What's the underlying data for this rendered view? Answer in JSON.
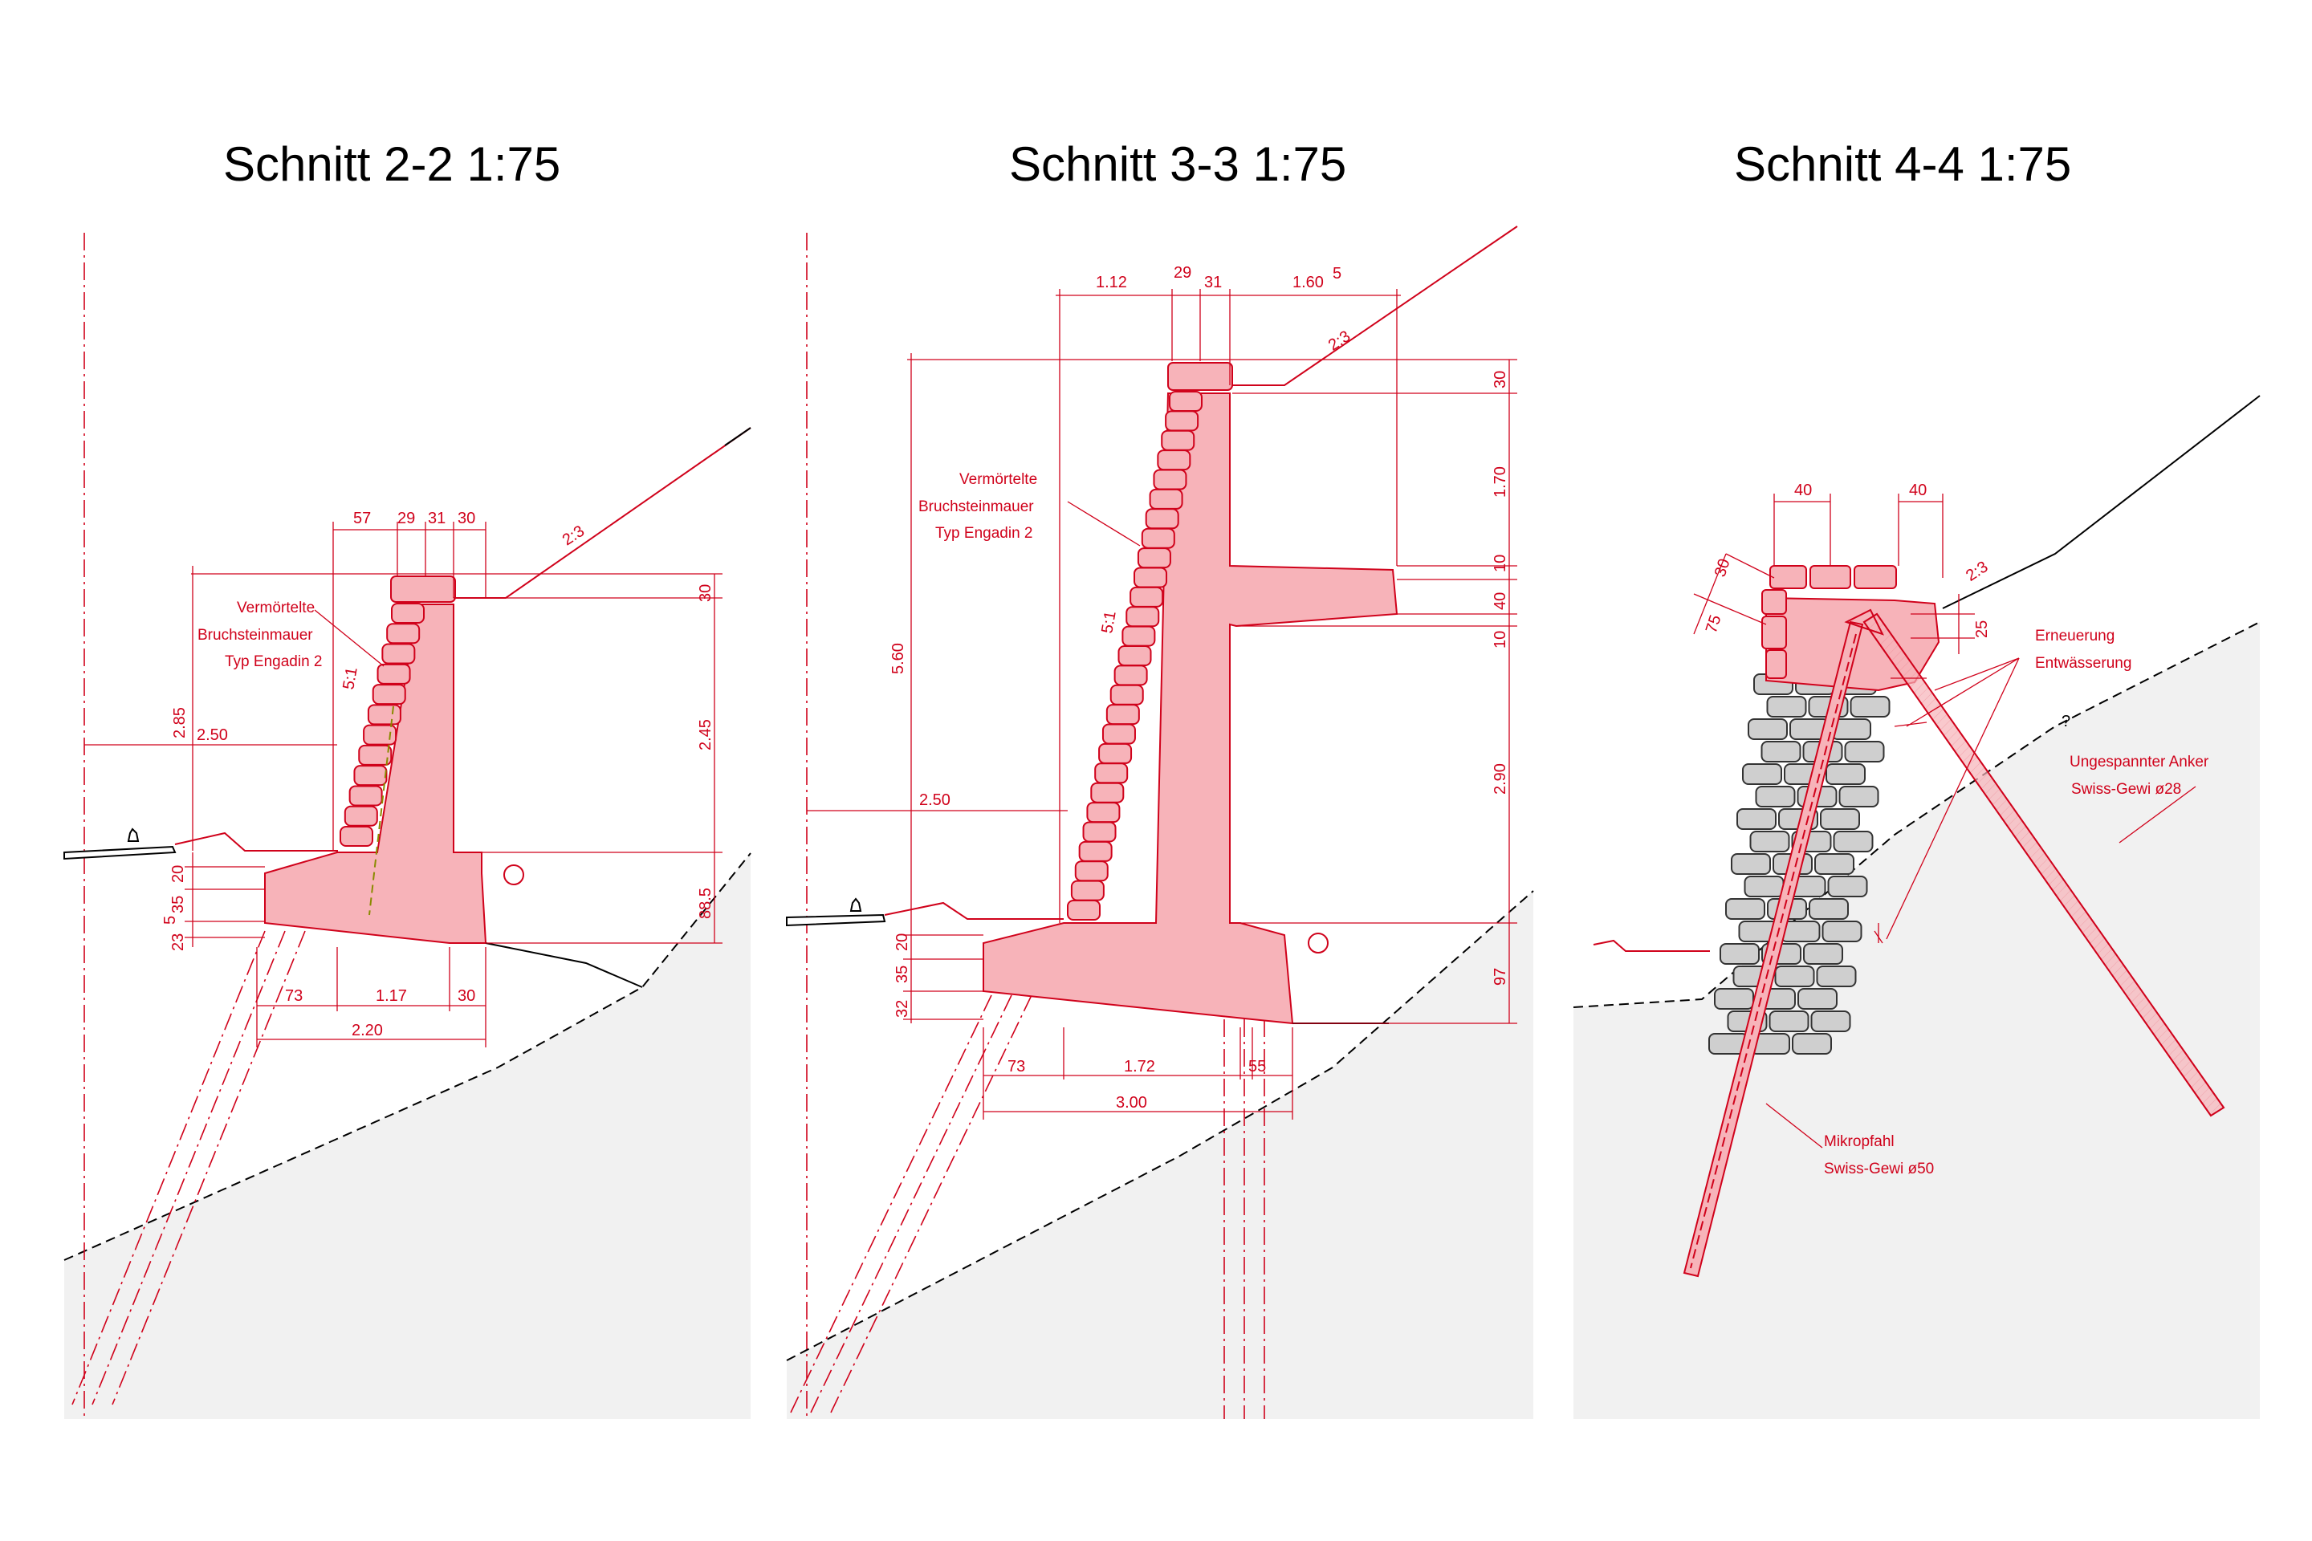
{
  "titles": {
    "s22": "Schnitt 2-2  1:75",
    "s33": "Schnitt 3-3  1:75",
    "s44": "Schnitt 4-4  1:75"
  },
  "colors": {
    "red": "#d0021b",
    "fill": "#f7b3b9",
    "ground": "#f1f1f1",
    "stone": "#cfcfcf"
  },
  "s22": {
    "top_dims": [
      "57",
      "29",
      "31",
      "30"
    ],
    "slope": "2:3",
    "batter": "5:1",
    "label": [
      "Vermörtelte",
      "Bruchsteinmauer",
      "Typ Engadin 2"
    ],
    "h_left": "2.85",
    "w_left": "2.50",
    "right_dims": [
      "30",
      "2.45",
      "88.5"
    ],
    "left_small": [
      "20",
      "35",
      "5",
      "23"
    ],
    "bottom_dims": [
      "73",
      "1.17",
      "30"
    ],
    "total": "2.20"
  },
  "s33": {
    "top_dims": [
      "1.12",
      "29",
      "31",
      "1.60",
      "5"
    ],
    "slope": "2:3",
    "batter": "5:1",
    "label": [
      "Vermörtelte",
      "Bruchsteinmauer",
      "Typ Engadin 2"
    ],
    "h_left": "5.60",
    "w_left": "2.50",
    "right_dims": [
      "30",
      "1.70",
      "10",
      "40",
      "10",
      "2.90",
      "97"
    ],
    "left_small": [
      "20",
      "35",
      "32"
    ],
    "bottom_dims": [
      "73",
      "1.72",
      "55"
    ],
    "total": "3.00"
  },
  "s44": {
    "top_dims": [
      "40",
      "40"
    ],
    "side_dims": [
      "30",
      "75"
    ],
    "slope": "2:3",
    "small": "25",
    "q": "?",
    "labels": {
      "drain": [
        "Erneuerung",
        "Entwässerung"
      ],
      "anchor": [
        "Ungespannter Anker",
        "Swiss-Gewi ø28"
      ],
      "pile": [
        "Mikropfahl",
        "Swiss-Gewi ø50"
      ]
    }
  }
}
